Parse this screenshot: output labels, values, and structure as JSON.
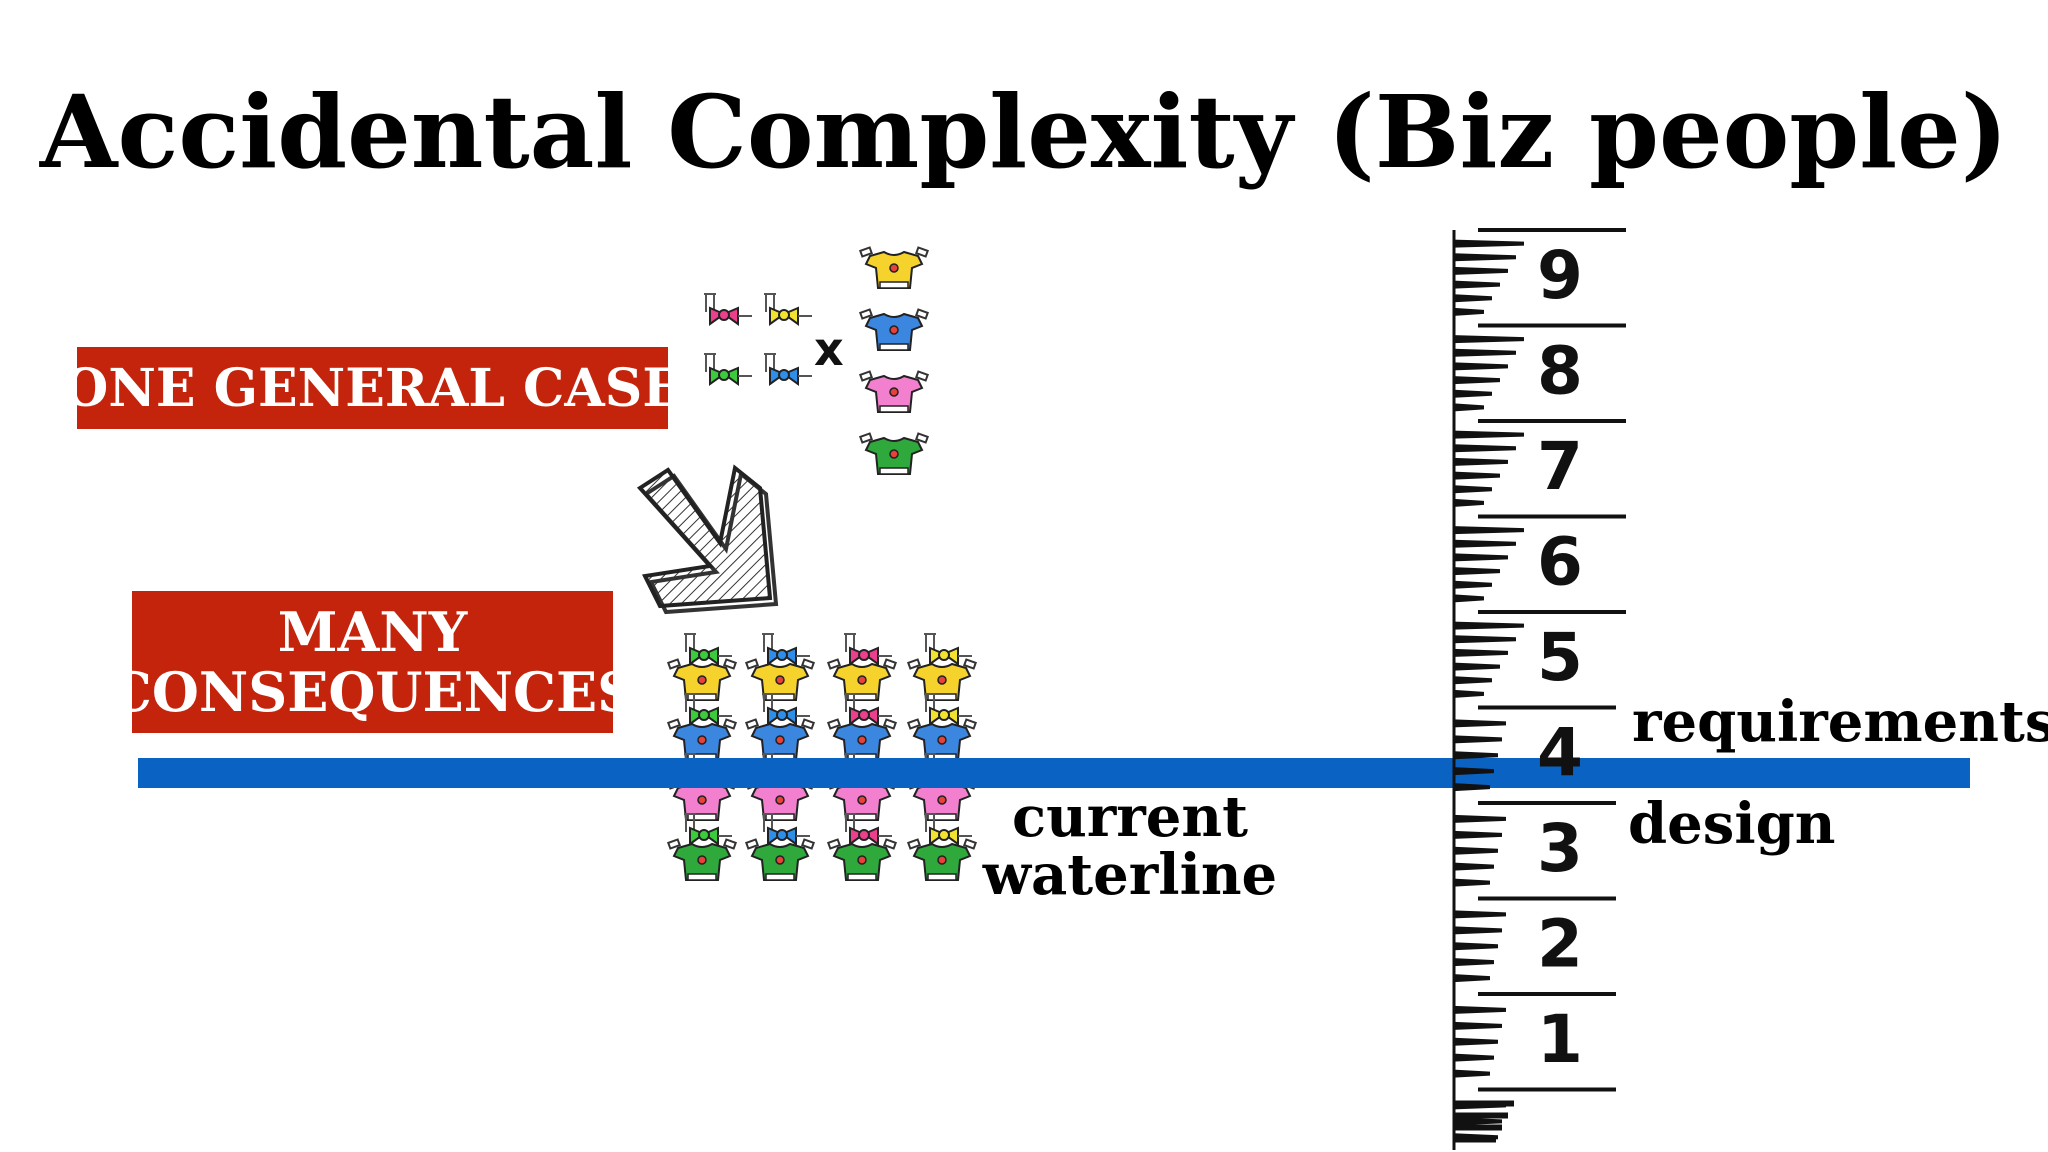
{
  "title": "Accidental Complexity (Biz people)",
  "labels": {
    "general_case": "ONE GENERAL CASE",
    "many_consequences_line1": "MANY",
    "many_consequences_line2": "CONSEQUENCES"
  },
  "times_sign": "x",
  "waterline_caption": {
    "line1": "current",
    "line2": "waterline"
  },
  "ruler_labels": {
    "upper": "requirements",
    "lower": "design"
  },
  "ruler_numbers": [
    "9",
    "8",
    "7",
    "6",
    "5",
    "4",
    "3",
    "2",
    "1"
  ],
  "colors": {
    "label_box": "#c4240c",
    "waterline": "#0a62c2",
    "bow_pink": "#ec3f8c",
    "bow_yellow": "#f3e331",
    "bow_green": "#3ccb3c",
    "bow_blue": "#2f8fe8",
    "shirt_yellow": "#f6d32c",
    "shirt_blue": "#3b86df",
    "shirt_pink": "#f37fcf",
    "shirt_green": "#2fa83c"
  },
  "icons": {
    "bow": "bow-icon",
    "shirt": "shirt-icon",
    "arrow": "down-right-arrow-icon",
    "ruler": "depth-gauge-ruler"
  }
}
